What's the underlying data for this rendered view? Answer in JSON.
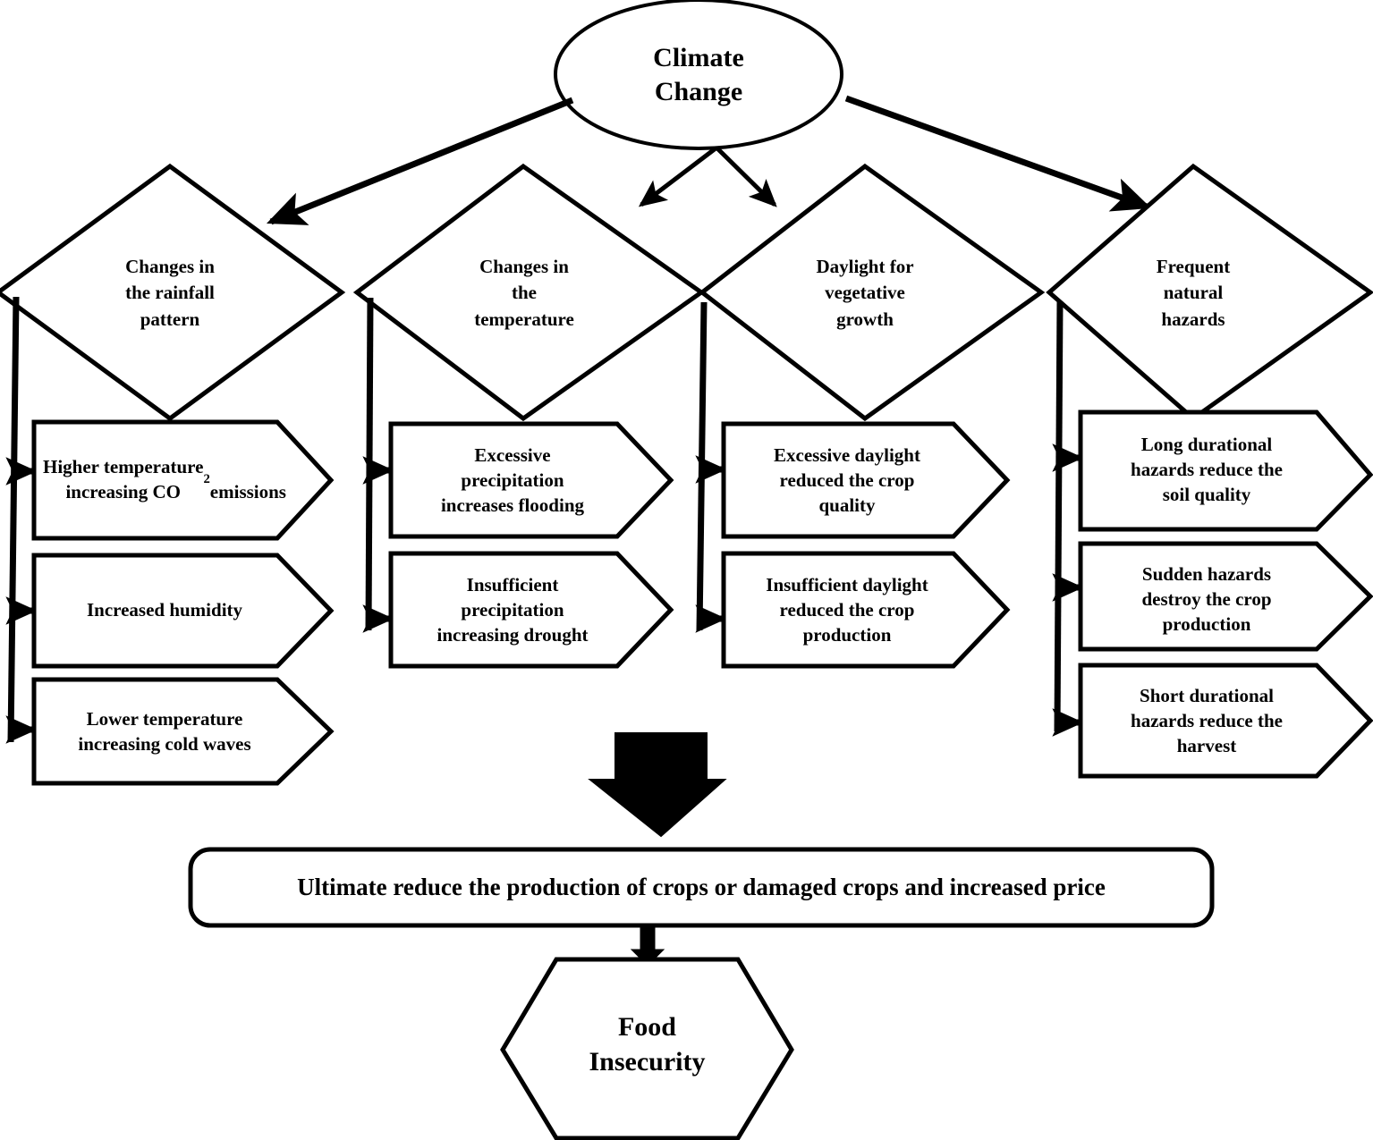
{
  "diagram": {
    "title_node": {
      "label": "Climate\nChange",
      "shape": "ellipse"
    },
    "drivers": [
      {
        "id": "rainfall",
        "label": "Changes in\nthe rainfall\npattern",
        "shape": "diamond"
      },
      {
        "id": "temperature",
        "label": "Changes in\nthe\ntemperature",
        "shape": "diamond"
      },
      {
        "id": "daylight",
        "label": "Daylight for\nvegetative\ngrowth",
        "shape": "diamond"
      },
      {
        "id": "hazards",
        "label": "Frequent\nnatural\nhazards",
        "shape": "diamond"
      }
    ],
    "effects": {
      "rainfall": [
        {
          "id": "higher-temp-co2",
          "label_pre": "Higher temperature\nincreasing CO",
          "label_sub": "2",
          "label_post": "\nemissions",
          "label": "Higher temperature increasing CO2 emissions"
        },
        {
          "id": "increased-humidity",
          "label": "Increased humidity"
        },
        {
          "id": "lower-temp-cold-waves",
          "label": "Lower temperature\nincreasing cold waves"
        }
      ],
      "temperature": [
        {
          "id": "excessive-precipitation",
          "label": "Excessive\nprecipitation\nincreases flooding"
        },
        {
          "id": "insufficient-precipitation",
          "label": "Insufficient\nprecipitation\nincreasing drought"
        }
      ],
      "daylight": [
        {
          "id": "excessive-daylight",
          "label": "Excessive daylight\nreduced the crop\nquality"
        },
        {
          "id": "insufficient-daylight",
          "label": "Insufficient daylight\nreduced the crop\nproduction"
        }
      ],
      "hazards": [
        {
          "id": "long-durational",
          "label": "Long durational\nhazards reduce the\nsoil quality"
        },
        {
          "id": "sudden-hazards",
          "label": "Sudden hazards\ndestroy the crop\nproduction"
        },
        {
          "id": "short-durational",
          "label": "Short durational\nhazards reduce the\nharvest"
        }
      ]
    },
    "outcome": {
      "id": "ultimate-outcome",
      "label": "Ultimate reduce the production of crops or damaged crops and increased price",
      "shape": "rounded-rectangle"
    },
    "final": {
      "id": "food-insecurity",
      "label": "Food\nInsecurity",
      "shape": "hexagon"
    },
    "colors": {
      "stroke": "#000000",
      "fill": "#ffffff",
      "text": "#000000"
    }
  }
}
